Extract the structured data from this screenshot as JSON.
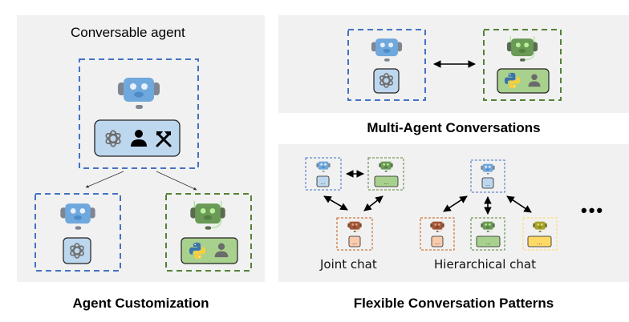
{
  "sections": {
    "agent_customization": {
      "panel_title": "Conversable agent",
      "caption": "Agent Customization",
      "main_agent": {
        "color": "blue",
        "capabilities": [
          "openai-icon",
          "human-icon",
          "tools-icon"
        ]
      },
      "derived_agents": [
        {
          "color": "blue",
          "capabilities": [
            "openai-icon"
          ]
        },
        {
          "color": "green",
          "capabilities": [
            "python-icon",
            "human-icon"
          ]
        }
      ]
    },
    "multi_agent": {
      "caption": "Multi-Agent Conversations",
      "agents": [
        {
          "color": "blue",
          "capabilities": [
            "openai-icon"
          ]
        },
        {
          "color": "green",
          "capabilities": [
            "python-icon",
            "human-icon"
          ]
        }
      ],
      "connector": "double-arrow"
    },
    "patterns": {
      "caption": "Flexible Conversation Patterns",
      "joint_chat": {
        "label": "Joint chat",
        "agents": [
          "blue",
          "green",
          "orange"
        ],
        "box_text": "..."
      },
      "hierarchical_chat": {
        "label": "Hierarchical chat",
        "agents": [
          "blue",
          "orange",
          "green",
          "yellow"
        ],
        "box_text": "..."
      },
      "more": "•••"
    }
  },
  "colors": {
    "blue_border": "#4472c4",
    "blue_fill": "#bdd7ee",
    "blue_robot": "#6fa8dc",
    "green_border": "#548235",
    "green_fill": "#a9d18e",
    "green_robot": "#6aa84f",
    "orange_border": "#c55a11",
    "orange_fill": "#f8cbad",
    "orange_robot": "#a0522d",
    "yellow_border": "#ffd966",
    "yellow_fill": "#ffd966",
    "yellow_robot": "#9c9c2a",
    "panel_bg": "#f1f1f1"
  }
}
